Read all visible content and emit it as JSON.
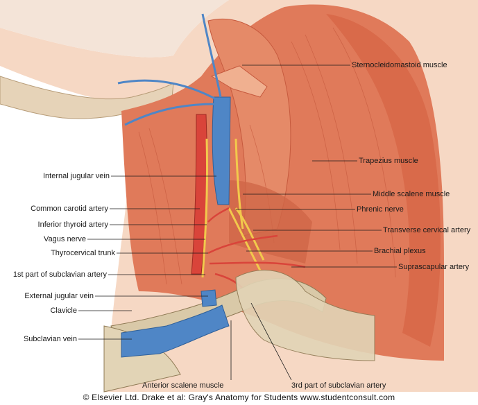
{
  "labels": {
    "sternocleidomastoid": "Sternocleidomastoid muscle",
    "trapezius": "Trapezius muscle",
    "middle_scalene": "Middle scalene muscle",
    "phrenic": "Phrenic nerve",
    "transverse_cervical": "Transverse cervical artery",
    "brachial_plexus": "Brachial plexus",
    "suprascapular": "Suprascapular artery",
    "internal_jugular": "Internal jugular vein",
    "common_carotid": "Common carotid artery",
    "inferior_thyroid": "Inferior thyroid artery",
    "vagus": "Vagus nerve",
    "thyrocervical": "Thyrocervical trunk",
    "subclavian_1st": "1st part of subclavian artery",
    "external_jugular": "External jugular vein",
    "clavicle": "Clavicle",
    "subclavian_vein": "Subclavian vein",
    "anterior_scalene": "Anterior scalene muscle",
    "subclavian_3rd": "3rd part of subclavian artery"
  },
  "credit": "© Elsevier Ltd. Drake et al: Gray's Anatomy for Students www.studentconsult.com",
  "colors": {
    "muscle": "#e07a5a",
    "muscle_dark": "#c65a3e",
    "skin": "#f6d8c4",
    "bone": "#d9c9a8",
    "vein": "#4f86c6",
    "artery": "#d9443a",
    "nerve": "#f2c94c"
  }
}
